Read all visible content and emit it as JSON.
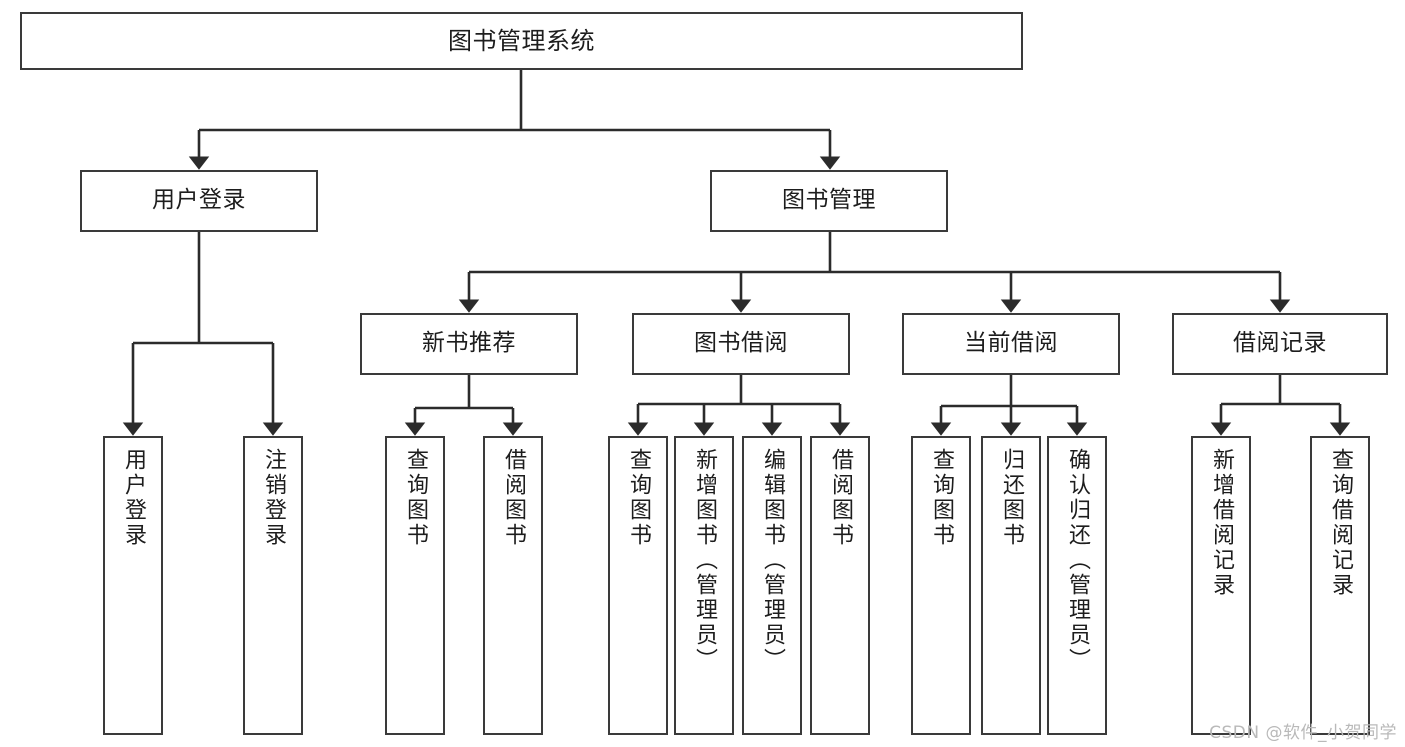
{
  "diagram": {
    "title": "图书管理系统",
    "type": "tree",
    "watermark": "CSDN @软件_小贺同学",
    "colors": {
      "node_border": "#3a3a3a",
      "node_fill": "#ffffff",
      "edge": "#2b2b2b",
      "text": "#1d1d1d",
      "watermark": "#b9b9b9",
      "background": "#ffffff"
    },
    "nodes": {
      "root": {
        "label": "图书管理系统"
      },
      "level2": [
        {
          "label": "用户登录"
        },
        {
          "label": "图书管理"
        }
      ],
      "level3": [
        {
          "label": "新书推荐"
        },
        {
          "label": "图书借阅"
        },
        {
          "label": "当前借阅"
        },
        {
          "label": "借阅记录"
        }
      ],
      "leaves": {
        "user_login": [
          {
            "label": "用户登录"
          },
          {
            "label": "注销登录"
          }
        ],
        "new_book_recommend": [
          {
            "label": "查询图书"
          },
          {
            "label": "借阅图书"
          }
        ],
        "book_borrow": [
          {
            "label": "查询图书"
          },
          {
            "label": "新增图书（管理员）"
          },
          {
            "label": "编辑图书（管理员）"
          },
          {
            "label": "借阅图书"
          }
        ],
        "current_borrow": [
          {
            "label": "查询图书"
          },
          {
            "label": "归还图书"
          },
          {
            "label": "确认归还（管理员）"
          }
        ],
        "borrow_record": [
          {
            "label": "新增借阅记录"
          },
          {
            "label": "查询借阅记录"
          }
        ]
      }
    }
  }
}
